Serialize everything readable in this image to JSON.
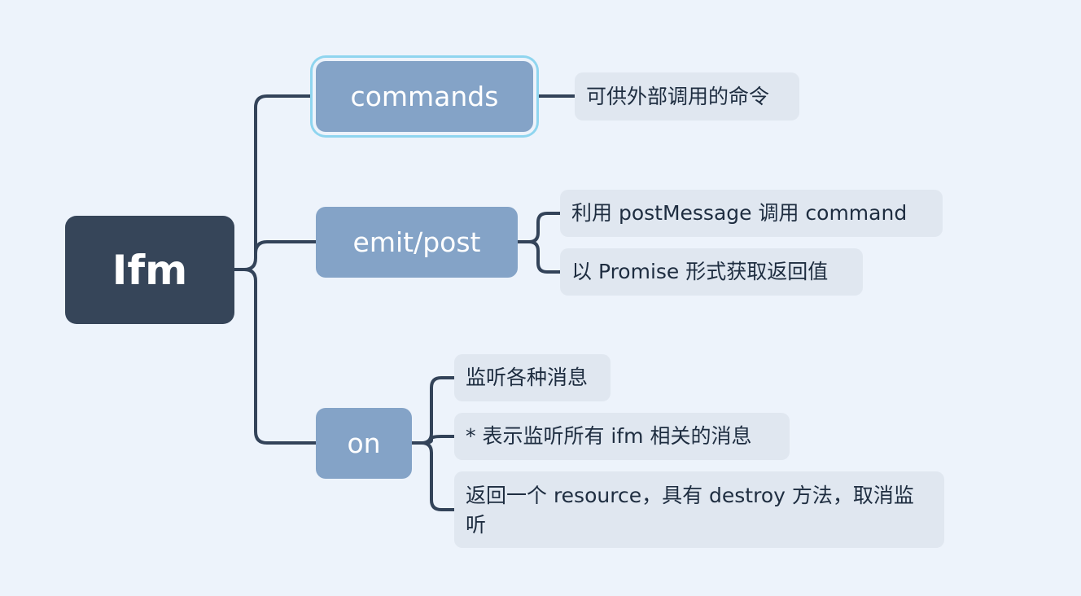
{
  "root": {
    "label": "Ifm"
  },
  "branches": {
    "commands": {
      "label": "commands",
      "leaves": [
        "可供外部调用的命令"
      ]
    },
    "emit_post": {
      "label": "emit/post",
      "leaves": [
        "利用 postMessage 调用 command",
        "以 Promise 形式获取返回值"
      ]
    },
    "on": {
      "label": "on",
      "leaves": [
        "监听各种消息",
        "* 表示监听所有 ifm 相关的消息",
        "返回一个 resource，具有 destroy 方法，取消监听"
      ]
    }
  },
  "colors": {
    "background": "#edf3fb",
    "root_fill": "#364559",
    "branch_fill": "#84a3c7",
    "leaf_fill": "#e0e7f0",
    "connector": "#334359",
    "selection_outline": "#8fd5ef"
  }
}
